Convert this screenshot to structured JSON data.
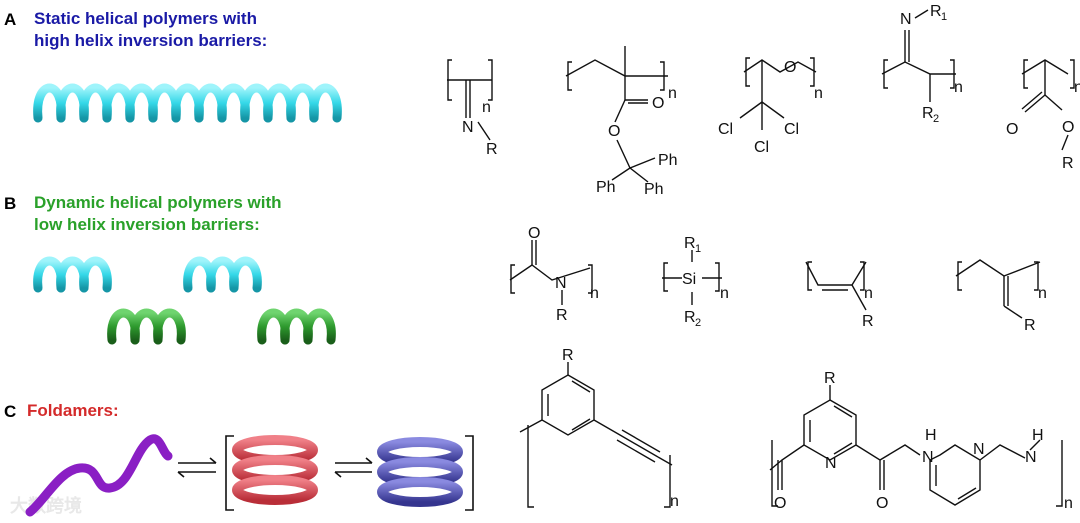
{
  "panels": {
    "A": {
      "letter": "A",
      "title_line1": "Static helical polymers with",
      "title_line2": "high helix inversion barriers:",
      "color": "#1a1aa6"
    },
    "B": {
      "letter": "B",
      "title_line1": "Dynamic helical polymers with",
      "title_line2": "low helix inversion barriers:",
      "color": "#2aa12a"
    },
    "C": {
      "letter": "C",
      "title": "Foldamers:",
      "color": "#d42a2a"
    }
  },
  "helix_colors": {
    "cyan": "#35d8e8",
    "green": "#2e9a2e",
    "purple": "#8a1fc4",
    "red": "#d8414a",
    "blue": "#4b4bb0"
  },
  "chem_labels": {
    "n": "n",
    "N": "N",
    "R": "R",
    "O": "O",
    "Ph": "Ph",
    "Cl": "Cl",
    "Si": "Si",
    "H": "H",
    "R1": "R",
    "R1_sub": "1",
    "R2": "R",
    "R2_sub": "2"
  },
  "watermark": "大数跨境"
}
